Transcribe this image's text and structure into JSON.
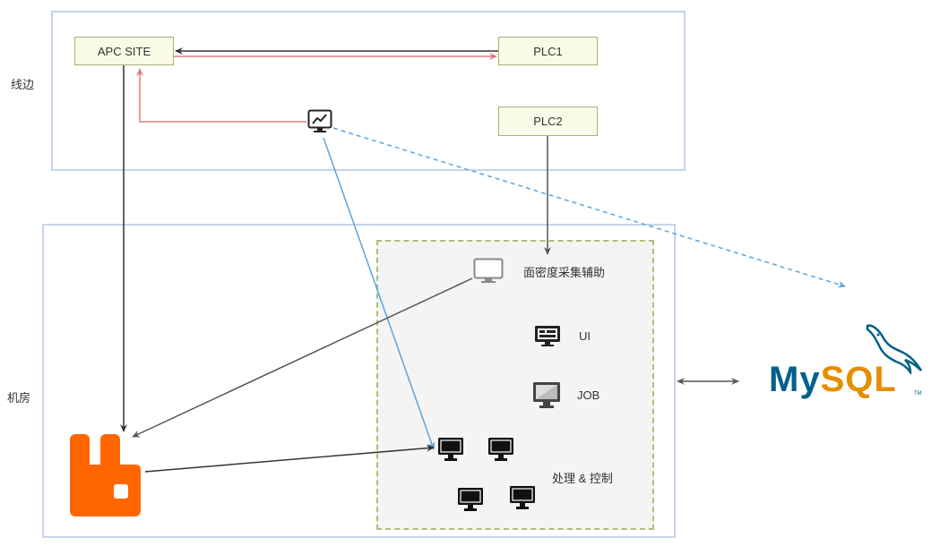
{
  "zones": {
    "line_side": "线边",
    "machine_room": "机房"
  },
  "nodes": {
    "apc_site": "APC SITE",
    "plc1": "PLC1",
    "plc2": "PLC2"
  },
  "group": {
    "density_assist": "面密度采集辅助",
    "ui": "UI",
    "job": "JOB",
    "process_control": "处理 & 控制"
  },
  "logo": {
    "my": "My",
    "sql": "SQL",
    "tm": "TM"
  },
  "colors": {
    "zone_border": "#c6d3ea",
    "node_fill": "#f9fbe7",
    "arrow_dark": "#333333",
    "arrow_red": "#e07b7b",
    "arrow_blue": "#5aa5e0",
    "rabbitmq_orange": "#ff6600",
    "mysql_blue": "#00618a",
    "mysql_orange": "#e48e00"
  }
}
